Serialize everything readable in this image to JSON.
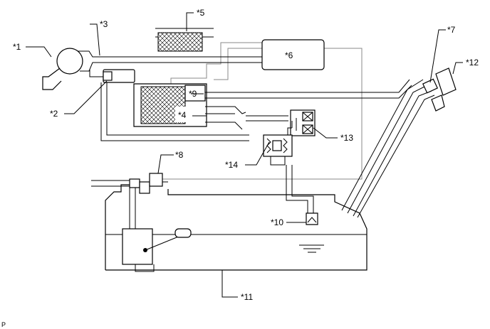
{
  "callouts": [
    "*1",
    "*2",
    "*3",
    "*4",
    "*5",
    "*6",
    "*7",
    "*8",
    "*9",
    "*10",
    "*11",
    "*12",
    "*13",
    "*14"
  ],
  "corner_mark": "P"
}
